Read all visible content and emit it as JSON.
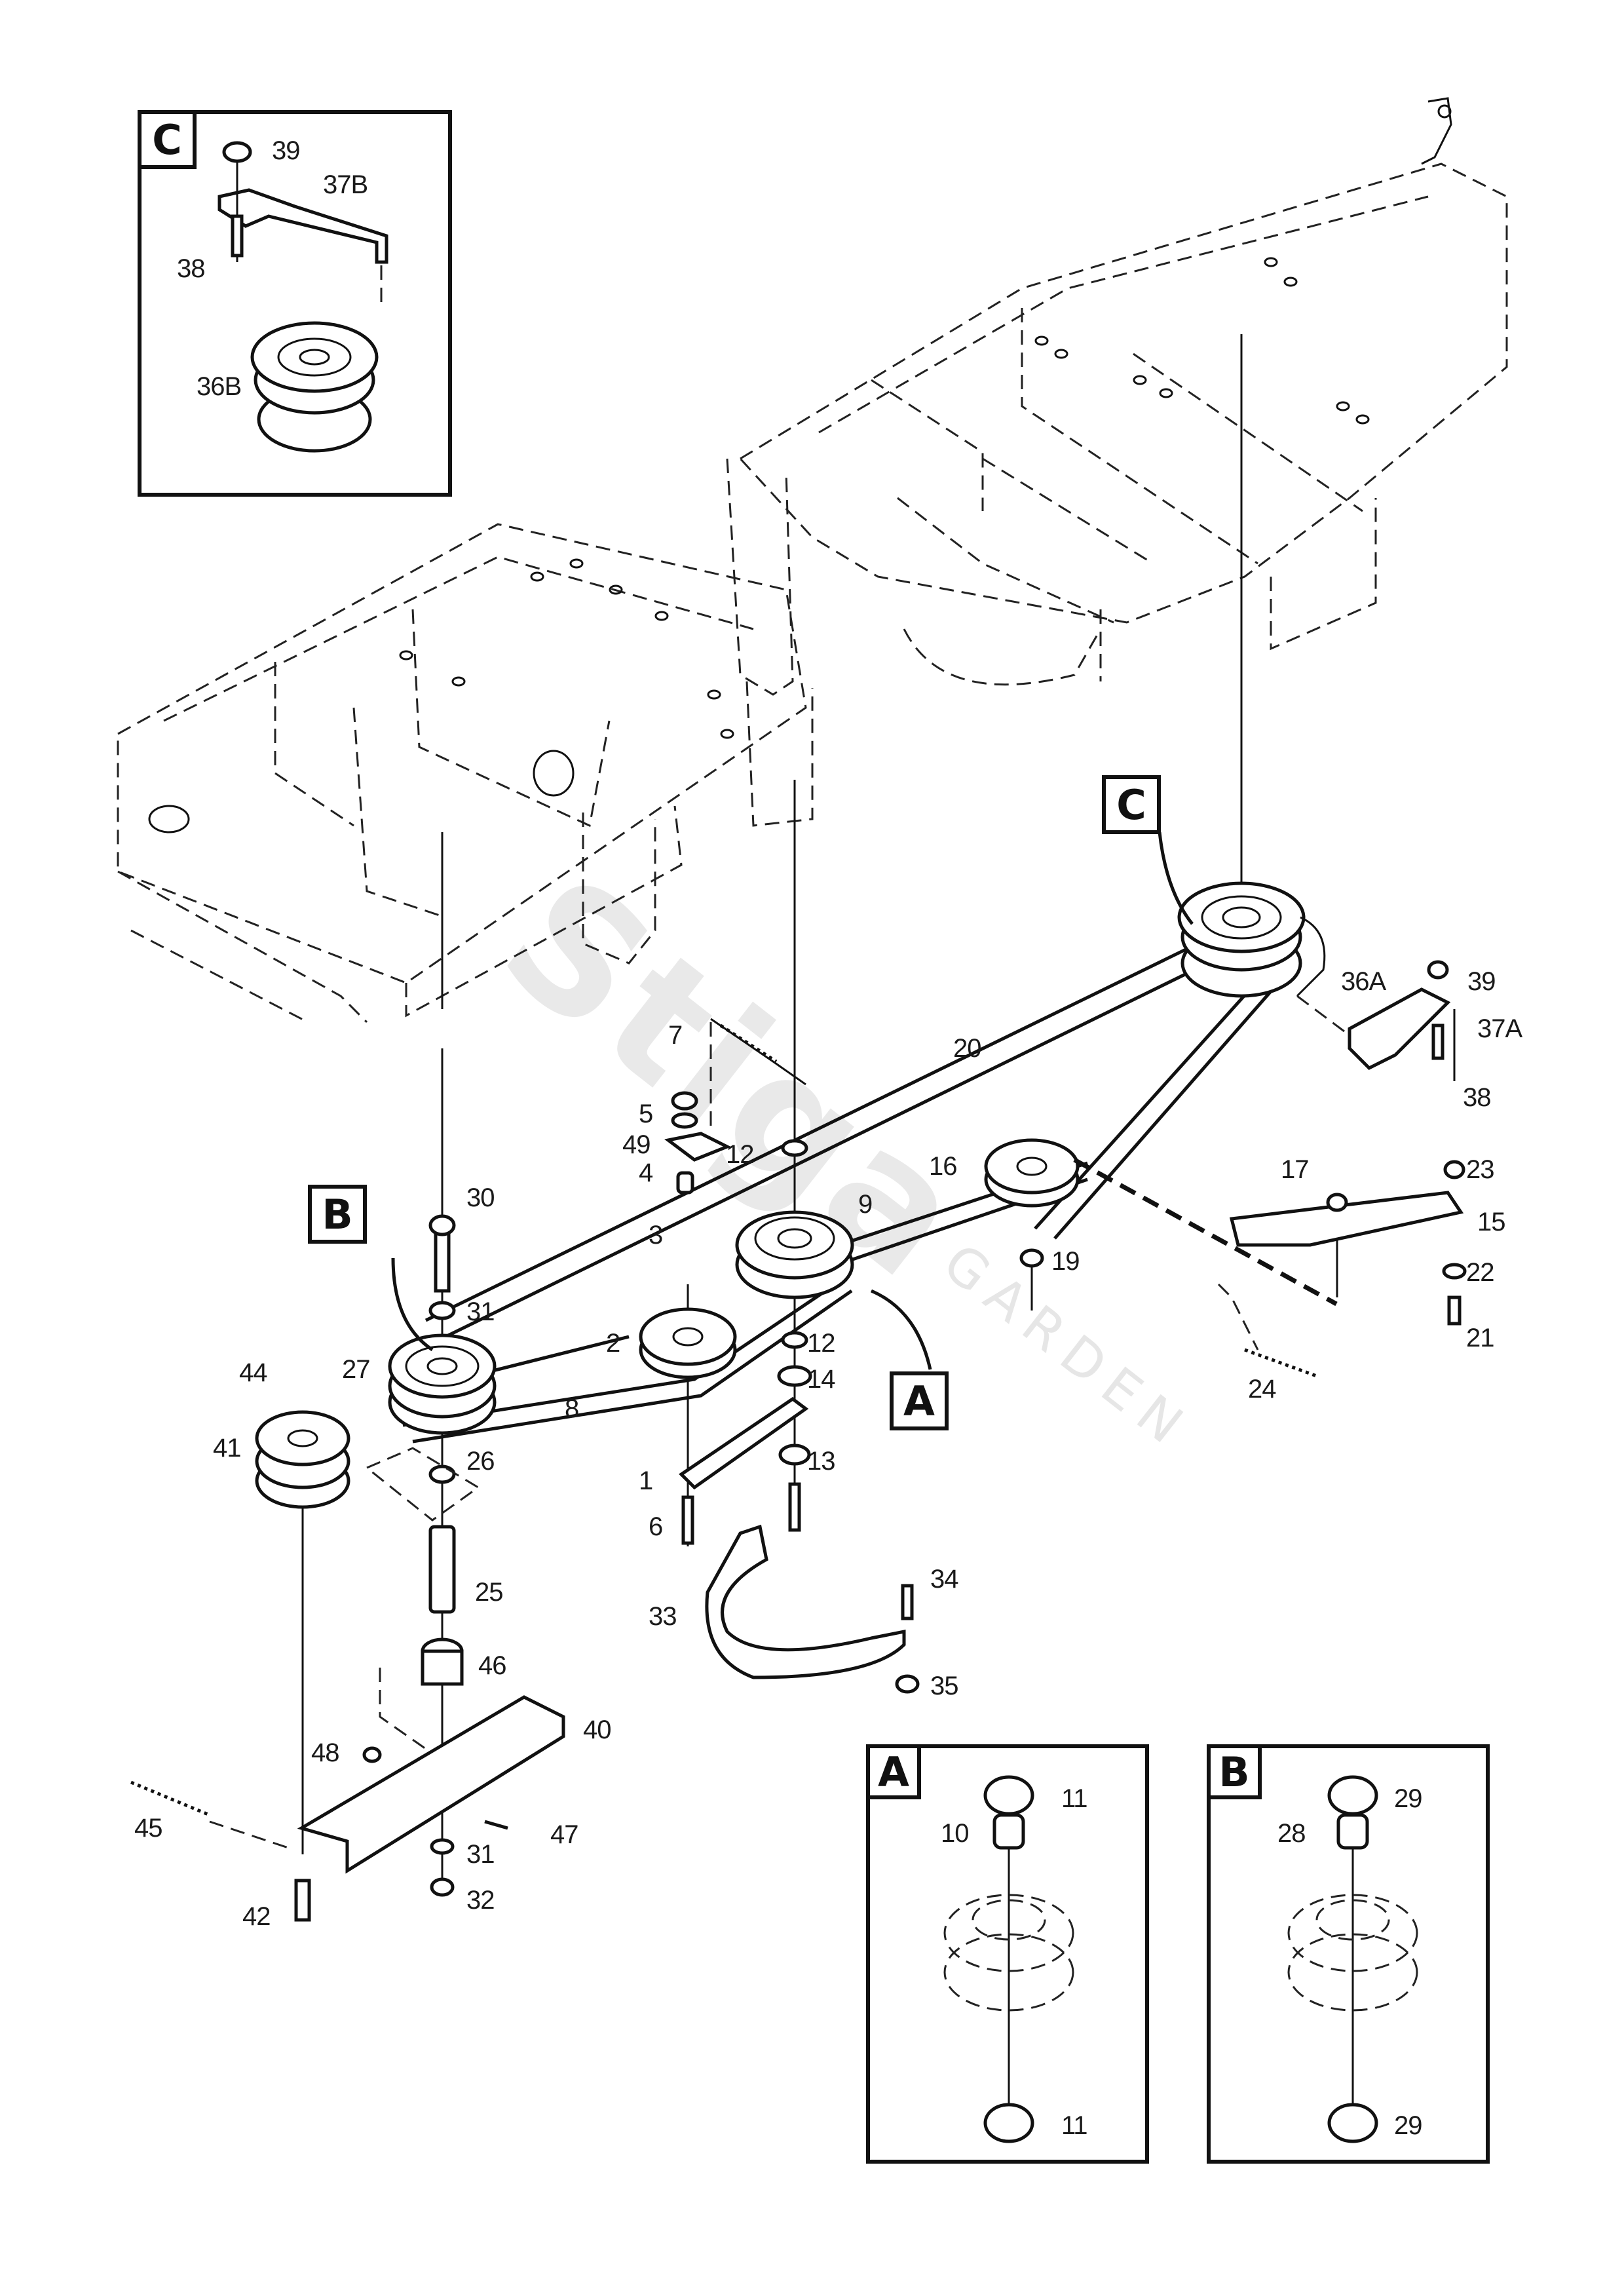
{
  "watermark": {
    "brand": "Stiga",
    "sub": "GARDEN"
  },
  "insets": {
    "C": {
      "tag": "C",
      "parts": {
        "nut": "39",
        "bracket": "37B",
        "bolt": "38",
        "clutch": "36B"
      }
    },
    "A": {
      "tag": "A",
      "parts": {
        "bearing_top": "11",
        "spacer": "10",
        "bearing_bottom": "11"
      }
    },
    "B": {
      "tag": "B",
      "parts": {
        "bearing_top": "29",
        "spacer": "28",
        "bearing_bottom": "29"
      }
    }
  },
  "callouts": {
    "A": "A",
    "B": "B",
    "C": "C"
  },
  "parts": {
    "p1": "1",
    "p2": "2",
    "p3": "3",
    "p4": "4",
    "p5": "5",
    "p6": "6",
    "p7": "7",
    "p8": "8",
    "p9": "9",
    "p12a": "12",
    "p12b": "12",
    "p13": "13",
    "p14": "14",
    "p15": "15",
    "p16": "16",
    "p17": "17",
    "p19": "19",
    "p20": "20",
    "p21": "21",
    "p22": "22",
    "p23": "23",
    "p24": "24",
    "p25": "25",
    "p26": "26",
    "p27": "27",
    "p30": "30",
    "p31a": "31",
    "p31b": "31",
    "p32": "32",
    "p33": "33",
    "p34": "34",
    "p35": "35",
    "p36A": "36A",
    "p37A": "37A",
    "p38": "38",
    "p39": "39",
    "p40": "40",
    "p41": "41",
    "p42": "42",
    "p44": "44",
    "p45": "45",
    "p46": "46",
    "p47": "47",
    "p48": "48",
    "p49": "49"
  }
}
